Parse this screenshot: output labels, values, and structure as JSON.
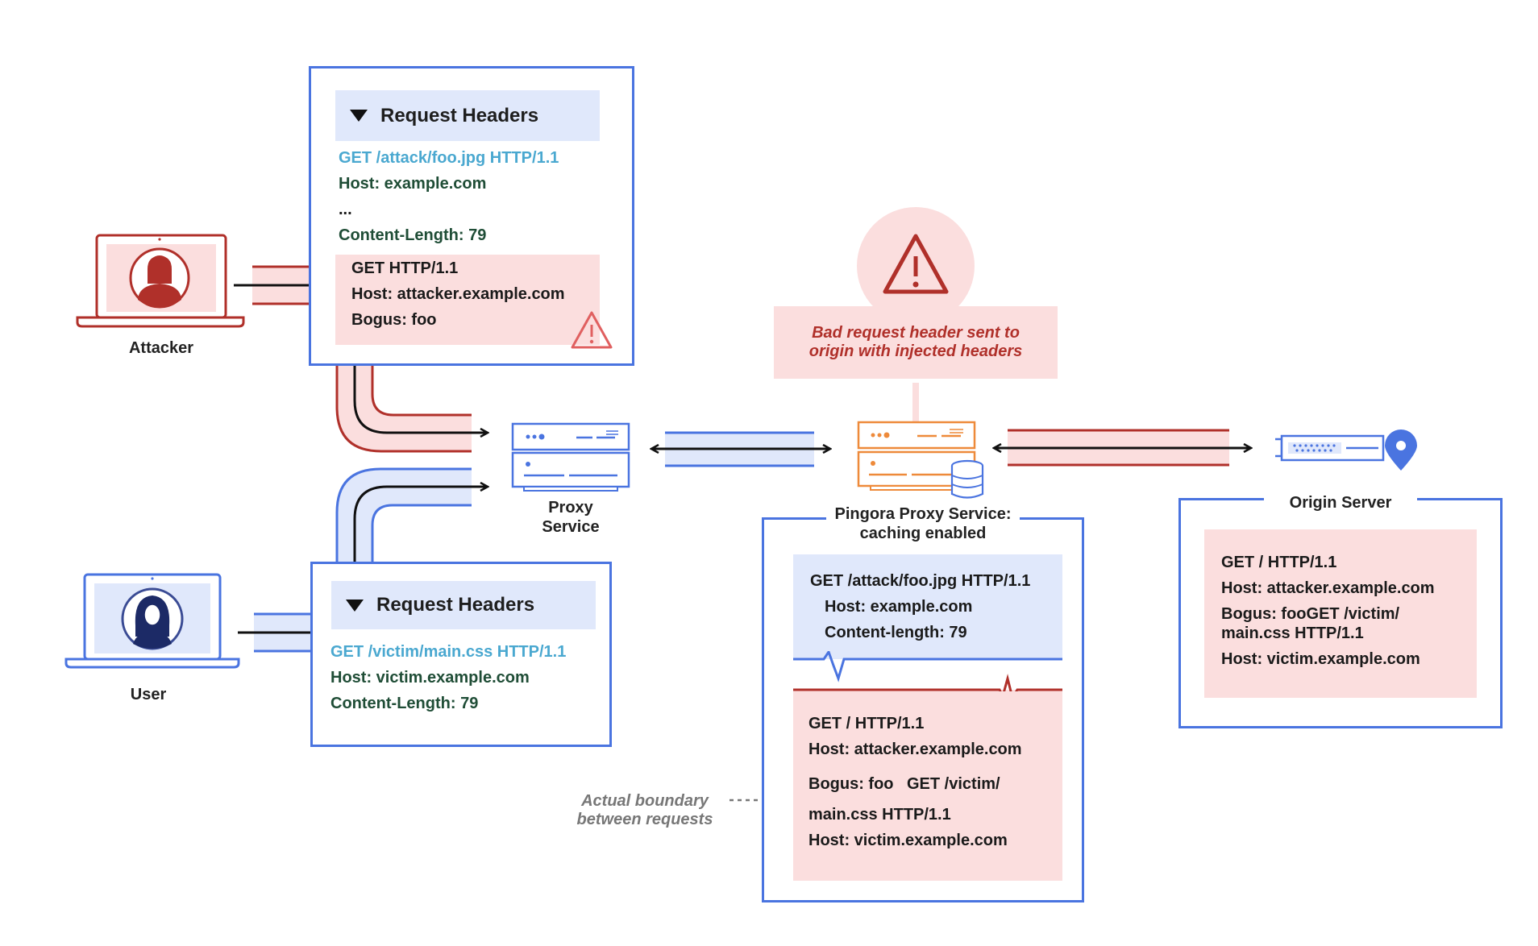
{
  "attacker": {
    "label": "Attacker"
  },
  "user": {
    "label": "User"
  },
  "proxy": {
    "line1": "Proxy",
    "line2": "Service"
  },
  "pingora": {
    "line1": "Pingora Proxy Service:",
    "line2": "caching enabled"
  },
  "origin": {
    "label": "Origin Server"
  },
  "warning": {
    "line1": "Bad request header sent to",
    "line2": "origin with injected headers"
  },
  "boundary": {
    "line1": "Actual boundary",
    "line2": "between requests"
  },
  "attacker_headers": {
    "title": "Request Headers",
    "request_line": "GET /attack/foo.jpg HTTP/1.1",
    "host": "Host: example.com",
    "ellipsis": "...",
    "content_length": "Content-Length: 79",
    "injected": [
      "GET HTTP/1.1",
      "Host: attacker.example.com",
      "Bogus: foo"
    ]
  },
  "user_headers": {
    "title": "Request Headers",
    "request_line": "GET /victim/main.css  HTTP/1.1",
    "host": "Host: victim.example.com",
    "content_length": "Content-Length: 79"
  },
  "pingora_view": {
    "first": [
      "GET /attack/foo.jpg HTTP/1.1",
      "Host: example.com",
      "Content-length: 79"
    ],
    "second": {
      "line1": "GET / HTTP/1.1",
      "line2": "Host: attacker.example.com",
      "bogus": "Bogus: foo",
      "victim_a": "GET /victim/",
      "line4": "main.css HTTP/1.1",
      "line5": "Host: victim.example.com"
    }
  },
  "origin_view": [
    "GET / HTTP/1.1",
    "Host: attacker.example.com",
    "Bogus: fooGET /victim/",
    "main.css HTTP/1.1",
    "Host: victim.example.com"
  ],
  "colors": {
    "blue": "#4a74e0",
    "red": "#b0302a",
    "pink": "#fbdede",
    "lightblue": "#e0e8fb",
    "orange": "#ee8a3a"
  }
}
